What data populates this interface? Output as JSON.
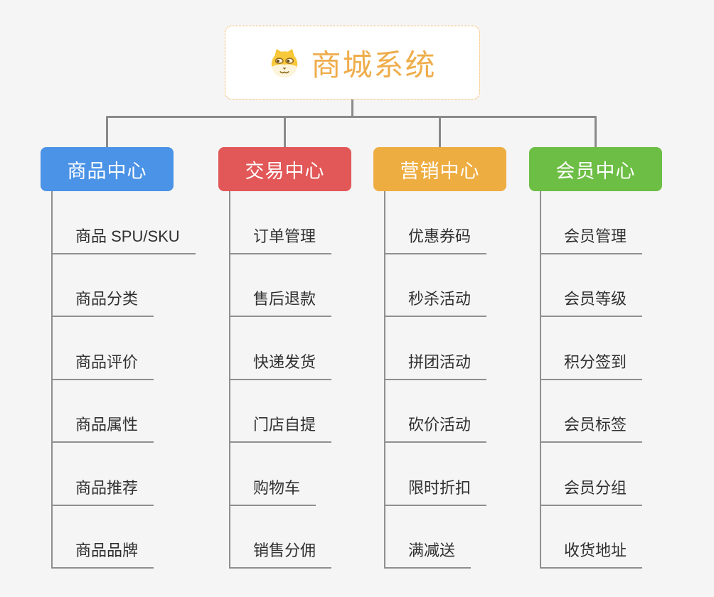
{
  "canvas": {
    "background": "#F5F5F5"
  },
  "root": {
    "title": "商城系统",
    "icon": "doge-icon",
    "text_color": "#EFAD4C",
    "border_color": "#F5A945"
  },
  "connector_color": "#8A8A8A",
  "line_color": "#8F8F8F",
  "branches": [
    {
      "label": "商品中心",
      "color": "#4B93E6",
      "items": [
        "商品 SPU/SKU",
        "商品分类",
        "商品评价",
        "商品属性",
        "商品推荐",
        "商品品牌"
      ]
    },
    {
      "label": "交易中心",
      "color": "#E25757",
      "items": [
        "订单管理",
        "售后退款",
        "快递发货",
        "门店自提",
        "购物车",
        "销售分佣"
      ]
    },
    {
      "label": "营销中心",
      "color": "#EEAD41",
      "items": [
        "优惠券码",
        "秒杀活动",
        "拼团活动",
        "砍价活动",
        "限时折扣",
        "满减送"
      ]
    },
    {
      "label": "会员中心",
      "color": "#6DBE45",
      "items": [
        "会员管理",
        "会员等级",
        "积分签到",
        "会员标签",
        "会员分组",
        "收货地址"
      ]
    }
  ]
}
